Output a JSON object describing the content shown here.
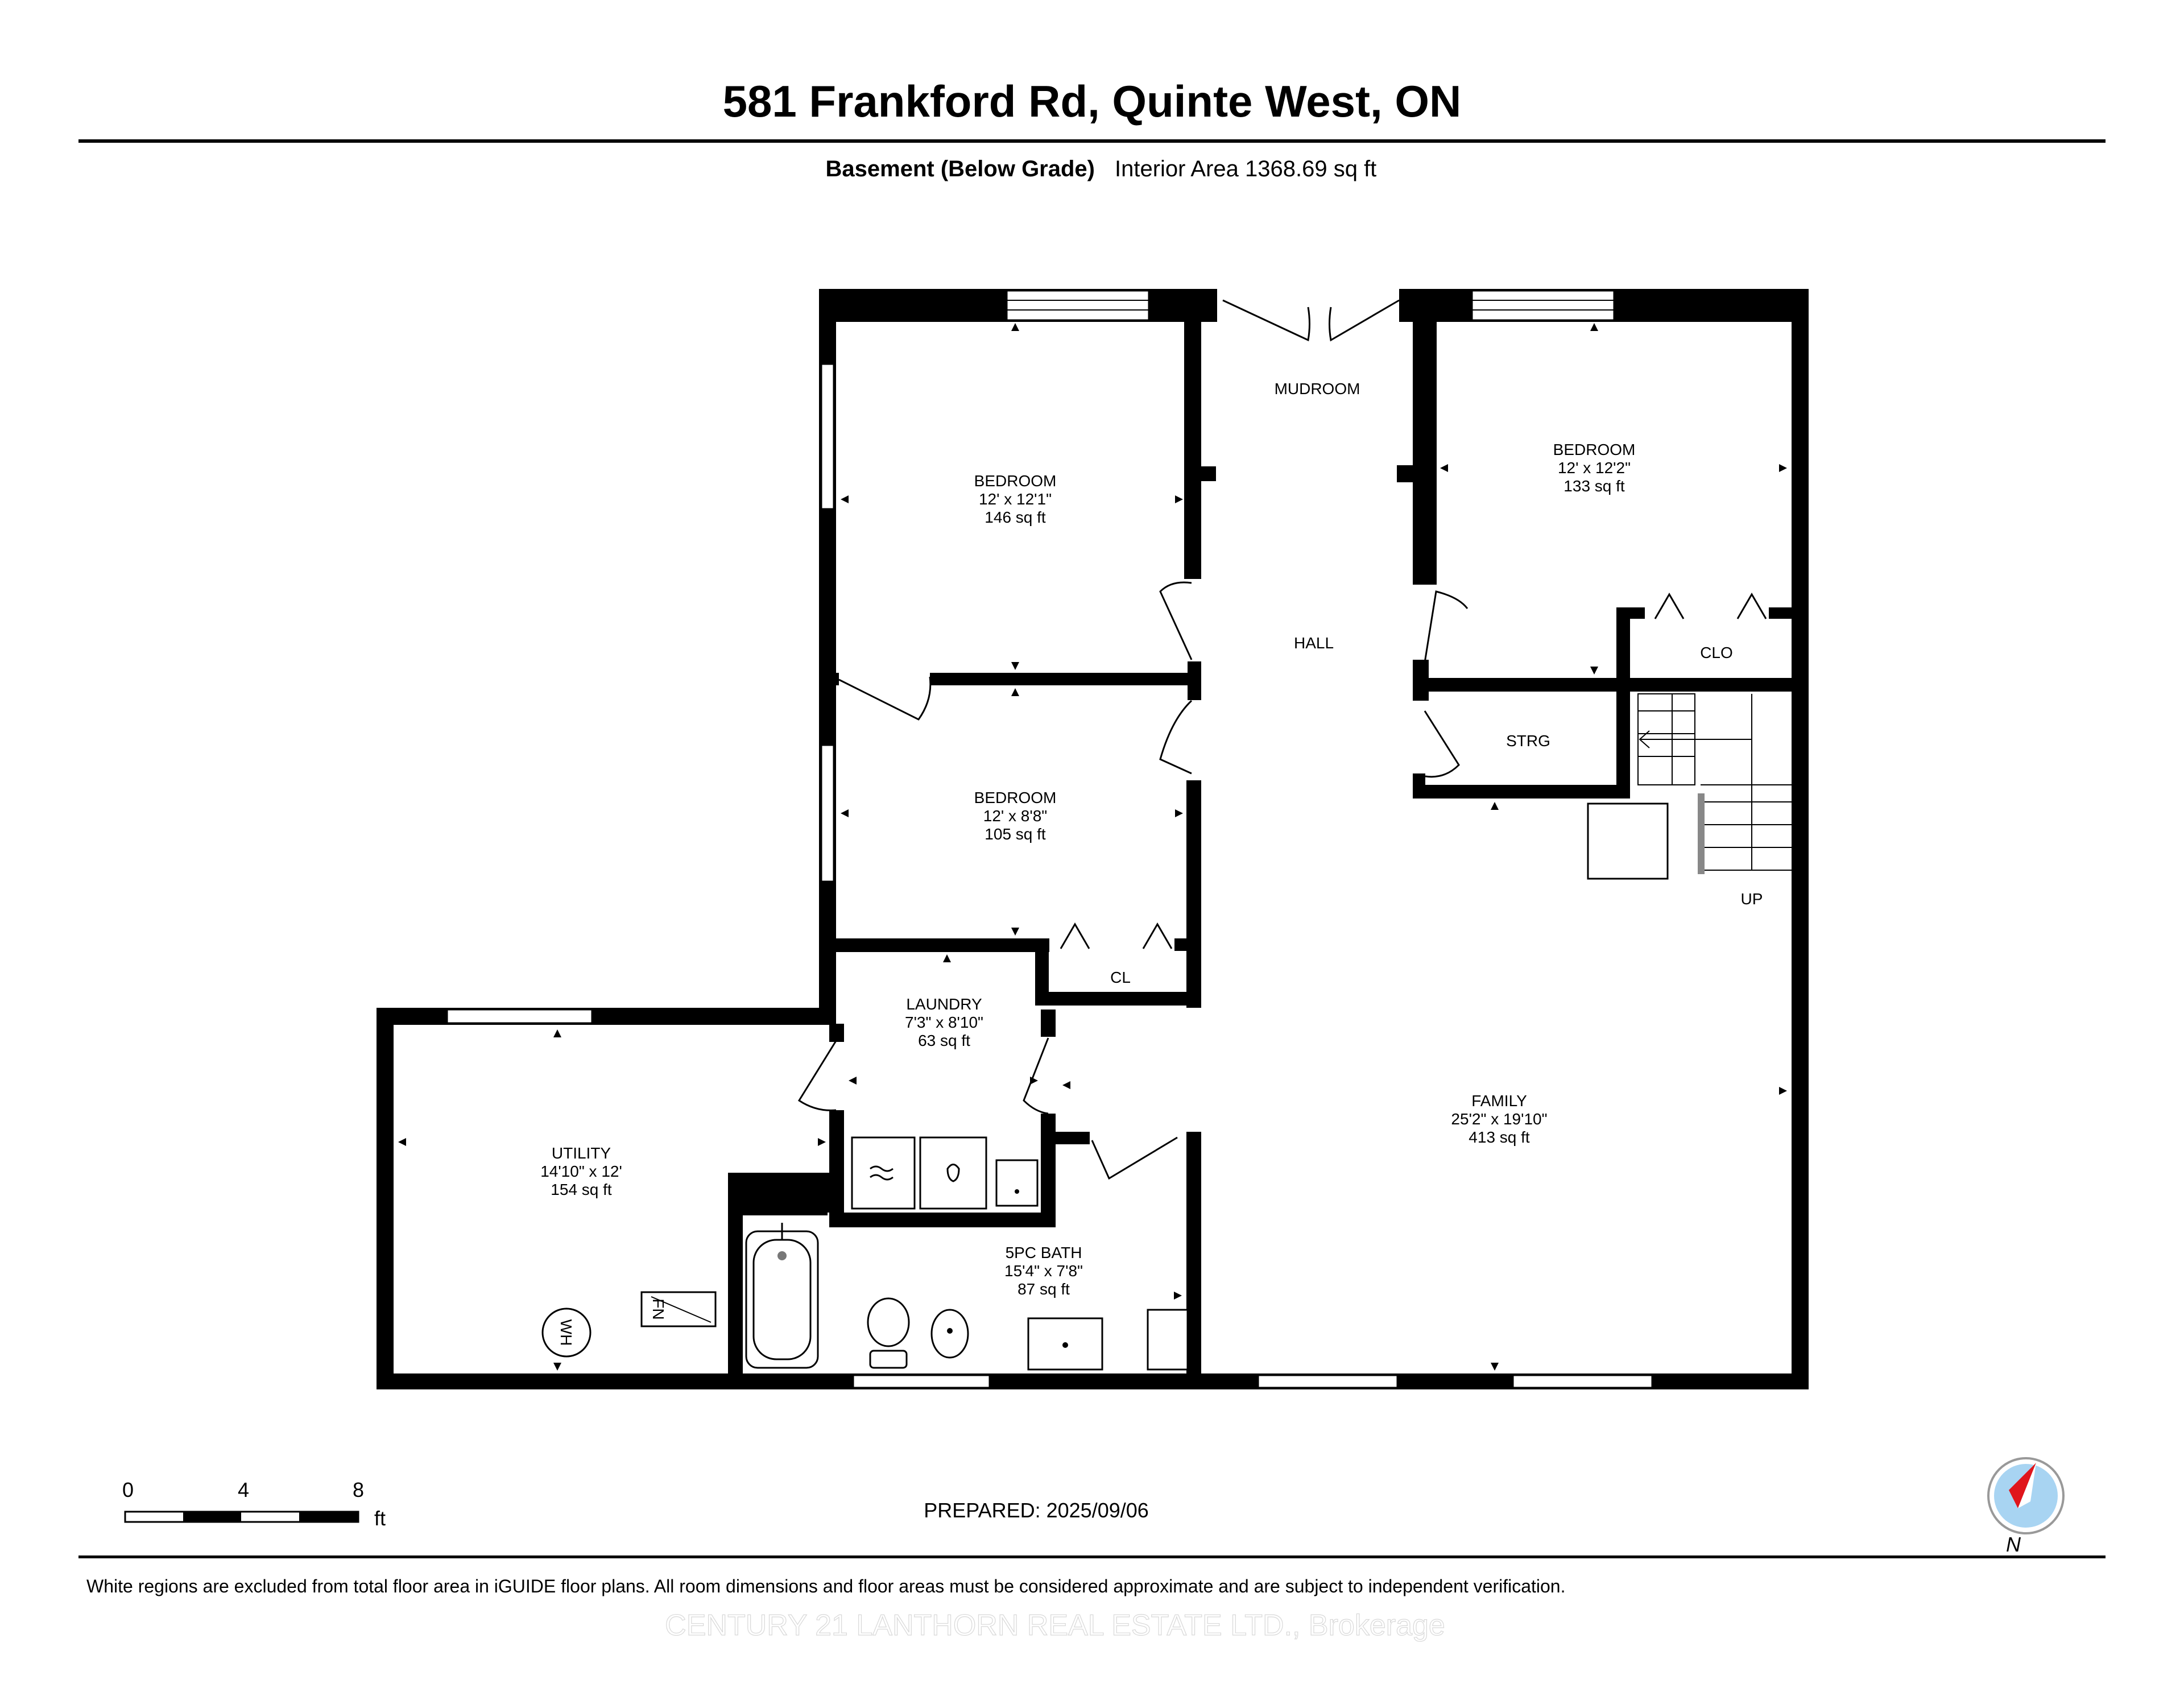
{
  "header": {
    "title": "581 Frankford Rd, Quinte West, ON",
    "floor_label": "Basement (Below Grade)",
    "area_label": "Interior Area 1368.69 sq ft"
  },
  "rooms": [
    {
      "id": "bedroom1",
      "name": "BEDROOM",
      "dims": "12' x 12'1\"",
      "area": "146 sq ft"
    },
    {
      "id": "bedroom2",
      "name": "BEDROOM",
      "dims": "12' x 8'8\"",
      "area": "105 sq ft"
    },
    {
      "id": "bedroom3",
      "name": "BEDROOM",
      "dims": "12' x 12'2\"",
      "area": "133 sq ft"
    },
    {
      "id": "laundry",
      "name": "LAUNDRY",
      "dims": "7'3\" x 8'10\"",
      "area": "63 sq ft"
    },
    {
      "id": "utility",
      "name": "UTILITY",
      "dims": "14'10\" x 12'",
      "area": "154 sq ft"
    },
    {
      "id": "bath",
      "name": "5PC BATH",
      "dims": "15'4\" x 7'8\"",
      "area": "87 sq ft"
    },
    {
      "id": "family",
      "name": "FAMILY",
      "dims": "25'2\" x 19'10\"",
      "area": "413 sq ft"
    }
  ],
  "labels": {
    "mudroom": "MUDROOM",
    "hall": "HALL",
    "clo": "CLO",
    "strg": "STRG",
    "cl": "CL",
    "up": "UP",
    "wh": "WH",
    "fn": "FN"
  },
  "scale": {
    "ticks": [
      "0",
      "4",
      "8"
    ],
    "unit": "ft"
  },
  "prepared": "PREPARED: 2025/09/06",
  "compass": {
    "label": "N"
  },
  "footer": {
    "disclaimer": "White regions are excluded from total floor area in iGUIDE floor plans. All room dimensions and floor areas must be considered approximate and are subject to independent verification.",
    "watermark": "CENTURY 21 LANTHORN REAL ESTATE LTD., Brokerage"
  },
  "colors": {
    "wall": "#000000",
    "compass_needle": "#e0151b",
    "compass_disc": "#a8d4f2"
  }
}
